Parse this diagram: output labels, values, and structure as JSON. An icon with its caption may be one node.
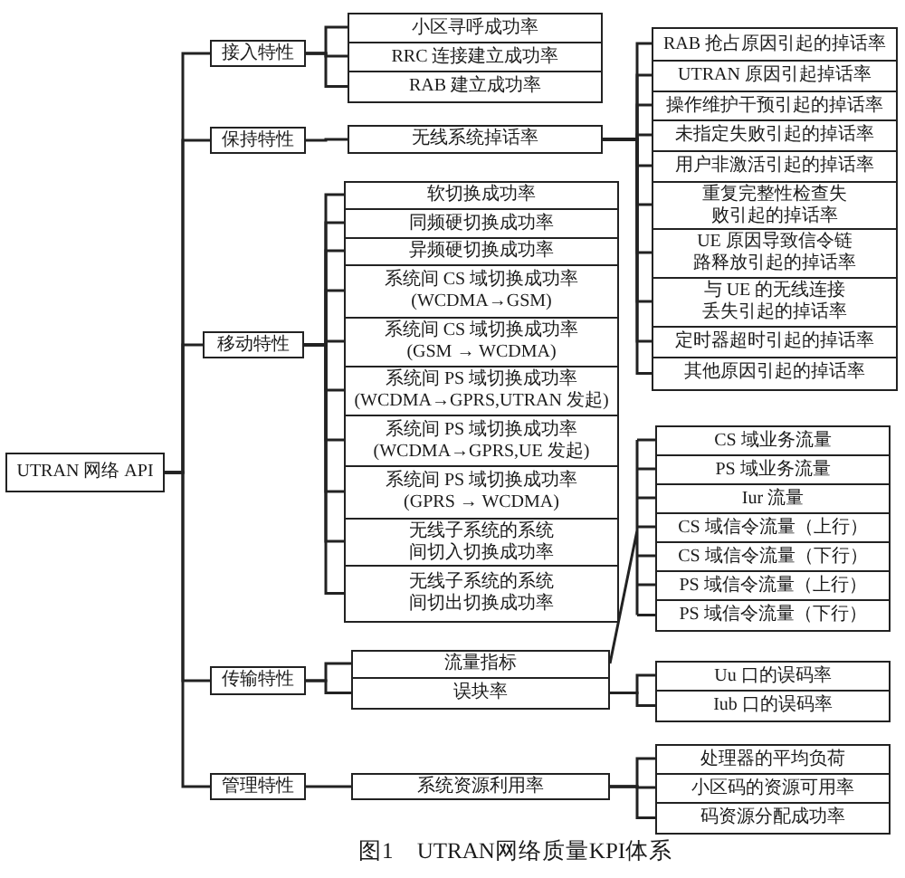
{
  "diagram": {
    "caption": "图1 UTRAN网络质量KPI体系",
    "nodes": [
      {
        "text": [
          "UTRAN 网络 API"
        ]
      },
      {
        "text": [
          "接入特性"
        ]
      },
      {
        "text": [
          "小区寻呼成功率"
        ]
      },
      {
        "text": [
          "RRC 连接建立成功率"
        ]
      },
      {
        "text": [
          "RAB 建立成功率"
        ]
      },
      {
        "text": [
          "保持特性"
        ]
      },
      {
        "text": [
          "无线系统掉话率"
        ]
      },
      {
        "text": [
          "RAB 抢占原因引起的掉话率"
        ]
      },
      {
        "text": [
          "UTRAN 原因引起掉话率"
        ]
      },
      {
        "text": [
          "操作维护干预引起的掉话率"
        ]
      },
      {
        "text": [
          "未指定失败引起的掉话率"
        ]
      },
      {
        "text": [
          "用户非激活引起的掉话率"
        ]
      },
      {
        "text": [
          "重复完整性检查失败引起的掉话率"
        ]
      },
      {
        "text": [
          "UE 原因导致信令链路释放引起的掉话率"
        ]
      },
      {
        "text": [
          "与 UE 的无线连接丢失引起的掉话率"
        ]
      },
      {
        "text": [
          "定时器超时引起的掉话率"
        ]
      },
      {
        "text": [
          "其他原因引起的掉话率"
        ]
      },
      {
        "text": [
          "移动特性"
        ]
      },
      {
        "text": [
          "软切换成功率"
        ]
      },
      {
        "text": [
          "同频硬切换成功率"
        ]
      },
      {
        "text": [
          "异频硬切换成功率"
        ]
      },
      {
        "text": [
          "系统间 CS 域切换成功率(WCDMA→GSM)"
        ]
      },
      {
        "text": [
          "系统间 CS 域切换成功率(GSM → WCDMA)"
        ]
      },
      {
        "text": [
          "系统间 PS 域切换成功率(WCDMA→GPRS,UTRAN 发起)"
        ]
      },
      {
        "text": [
          "系统间 PS 域切换成功率(WCDMA→GPRS,UE 发起)"
        ]
      },
      {
        "text": [
          "系统间 PS 域切换成功率(GPRS → WCDMA)"
        ]
      },
      {
        "text": [
          "无线子系统的系统间切入切换成功率"
        ]
      },
      {
        "text": [
          "无线子系统的系统间切出切换成功率"
        ]
      },
      {
        "text": [
          "传输特性"
        ]
      },
      {
        "text": [
          "流量指标"
        ]
      },
      {
        "text": [
          "CS 域业务流量"
        ]
      },
      {
        "text": [
          "PS 域业务流量"
        ]
      },
      {
        "text": [
          "Iur 流量"
        ]
      },
      {
        "text": [
          "CS 域信令流量（上行）"
        ]
      },
      {
        "text": [
          "CS 域信令流量（下行）"
        ]
      },
      {
        "text": [
          "PS 域信令流量（上行）"
        ]
      },
      {
        "text": [
          "PS 域信令流量（下行）"
        ]
      },
      {
        "text": [
          "误块率"
        ]
      },
      {
        "text": [
          "Uu 口的误码率"
        ]
      },
      {
        "text": [
          "Iub 口的误码率"
        ]
      },
      {
        "text": [
          "管理特性"
        ]
      },
      {
        "text": [
          "系统资源利用率"
        ]
      },
      {
        "text": [
          "处理器的平均负荷"
        ]
      },
      {
        "text": [
          "小区码的资源可用率"
        ]
      },
      {
        "text": [
          "码资源分配成功率"
        ]
      }
    ],
    "edges": [
      {
        "from": 0,
        "to": 1,
        "arrow": "none"
      },
      {
        "from": 0,
        "to": 5,
        "arrow": "none"
      },
      {
        "from": 0,
        "to": 17,
        "arrow": "none"
      },
      {
        "from": 0,
        "to": 28,
        "arrow": "none"
      },
      {
        "from": 0,
        "to": 40,
        "arrow": "none"
      },
      {
        "from": 1,
        "to": 2,
        "arrow": "none"
      },
      {
        "from": 1,
        "to": 3,
        "arrow": "none"
      },
      {
        "from": 1,
        "to": 4,
        "arrow": "none"
      },
      {
        "from": 5,
        "to": 6,
        "arrow": "none"
      },
      {
        "from": 6,
        "to": 7,
        "arrow": "none"
      },
      {
        "from": 6,
        "to": 8,
        "arrow": "none"
      },
      {
        "from": 6,
        "to": 9,
        "arrow": "none"
      },
      {
        "from": 6,
        "to": 10,
        "arrow": "none"
      },
      {
        "from": 6,
        "to": 11,
        "arrow": "none"
      },
      {
        "from": 6,
        "to": 12,
        "arrow": "none"
      },
      {
        "from": 6,
        "to": 13,
        "arrow": "none"
      },
      {
        "from": 6,
        "to": 14,
        "arrow": "none"
      },
      {
        "from": 6,
        "to": 15,
        "arrow": "none"
      },
      {
        "from": 6,
        "to": 16,
        "arrow": "none"
      },
      {
        "from": 17,
        "to": 18,
        "arrow": "none"
      },
      {
        "from": 17,
        "to": 19,
        "arrow": "none"
      },
      {
        "from": 17,
        "to": 20,
        "arrow": "none"
      },
      {
        "from": 17,
        "to": 21,
        "arrow": "none"
      },
      {
        "from": 17,
        "to": 22,
        "arrow": "none"
      },
      {
        "from": 17,
        "to": 23,
        "arrow": "none"
      },
      {
        "from": 17,
        "to": 24,
        "arrow": "none"
      },
      {
        "from": 17,
        "to": 25,
        "arrow": "none"
      },
      {
        "from": 17,
        "to": 26,
        "arrow": "none"
      },
      {
        "from": 17,
        "to": 27,
        "arrow": "none"
      },
      {
        "from": 28,
        "to": 29,
        "arrow": "none"
      },
      {
        "from": 28,
        "to": 37,
        "arrow": "none"
      },
      {
        "from": 29,
        "to": 30,
        "arrow": "none"
      },
      {
        "from": 29,
        "to": 31,
        "arrow": "none"
      },
      {
        "from": 29,
        "to": 32,
        "arrow": "none"
      },
      {
        "from": 29,
        "to": 33,
        "arrow": "none"
      },
      {
        "from": 29,
        "to": 34,
        "arrow": "none"
      },
      {
        "from": 29,
        "to": 35,
        "arrow": "none"
      },
      {
        "from": 29,
        "to": 36,
        "arrow": "none"
      },
      {
        "from": 37,
        "to": 38,
        "arrow": "none"
      },
      {
        "from": 37,
        "to": 39,
        "arrow": "none"
      },
      {
        "from": 40,
        "to": 41,
        "arrow": "none"
      },
      {
        "from": 41,
        "to": 42,
        "arrow": "none"
      },
      {
        "from": 41,
        "to": 43,
        "arrow": "none"
      },
      {
        "from": 41,
        "to": 44,
        "arrow": "none"
      }
    ]
  }
}
